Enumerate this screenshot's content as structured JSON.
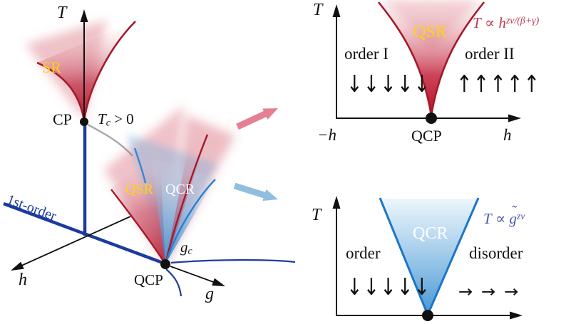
{
  "colors": {
    "deep_red": "#b11127",
    "red_edge": "#a5192c",
    "navy_blue": "#1d3b9f",
    "cone_blue": "#1b76c8",
    "label_yellow": "#ffd40a",
    "formula_red": "#bf3950",
    "formula_blue": "#4b58a8",
    "pink_arrow": "#e57f93",
    "lightblue_arrow": "#92bede",
    "gray_line": "#a8a8a8"
  },
  "left_panel": {
    "t_axis_label": "T",
    "sr_label": "SR",
    "cp_label": "CP",
    "tc_label": {
      "base": "T",
      "sub": "c",
      "rest": " > 0"
    },
    "first_order_label": "1st-order",
    "qsr_label": "QSR",
    "qcr_label": "QCR",
    "h_axis_label": "h",
    "qcp_label": "QCP",
    "gc_label": {
      "base": "g",
      "sub": "c"
    },
    "g_axis_label": "g"
  },
  "top_right": {
    "t_axis_label": "T",
    "qsr_label": "QSR",
    "formula": {
      "lhs": "T",
      "prop": " ∝ ",
      "base": "h",
      "sup": "zν/(β+γ)"
    },
    "order_left": "order I",
    "order_right": "order II",
    "spins_left": "↓↓↓↓↓",
    "spins_right": "↑↑↑↑↑",
    "xmin_label": "−h",
    "qcp_label": "QCP",
    "xmax_label": "h"
  },
  "bottom_right": {
    "t_axis_label": "T",
    "qcr_label": "QCR",
    "formula": {
      "lhs": "T",
      "prop": " ∝ ",
      "base": "g",
      "accent": "˜",
      "sup": "zν"
    },
    "order_left": "order",
    "order_right": "disorder",
    "spins_left": "↓↓↓↓↓",
    "spins_right": "→ → →"
  }
}
